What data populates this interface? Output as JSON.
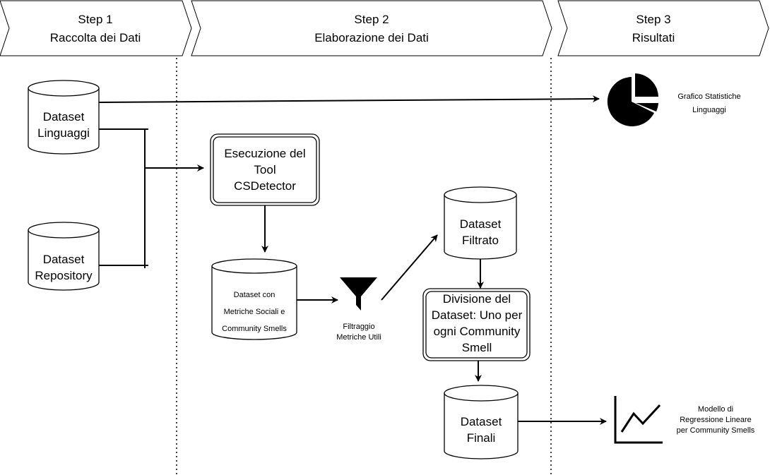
{
  "steps": [
    {
      "line1": "Step 1",
      "line2": "Raccolta dei Dati"
    },
    {
      "line1": "Step 2",
      "line2": "Elaborazione dei Dati"
    },
    {
      "line1": "Step 3",
      "line2": "Risultati"
    }
  ],
  "nodes": {
    "dataset_linguaggi": [
      "Dataset",
      "Linguaggi"
    ],
    "dataset_repository": [
      "Dataset",
      "Repository"
    ],
    "csdetector": [
      "Esecuzione del",
      "Tool",
      "CSDetector"
    ],
    "dataset_metriche": [
      "Dataset con",
      "Metriche Sociali e",
      "Community Smells"
    ],
    "filtraggio": [
      "Filtraggio",
      "Metriche Utili"
    ],
    "dataset_filtrato": [
      "Dataset",
      "Filtrato"
    ],
    "divisione": [
      "Divisione del",
      "Dataset: Uno per",
      "ogni Community",
      "Smell"
    ],
    "dataset_finali": [
      "Dataset",
      "Finali"
    ],
    "grafico": [
      "Grafico Statistiche",
      "Linguaggi"
    ],
    "modello": [
      "Modello di",
      "Regressione Lineare",
      "per Community Smells"
    ]
  },
  "icons": {
    "pie": "pie-chart-icon",
    "funnel": "funnel-icon",
    "line": "line-chart-icon"
  },
  "colors": {
    "stroke": "#000000",
    "background": "#ffffff"
  }
}
